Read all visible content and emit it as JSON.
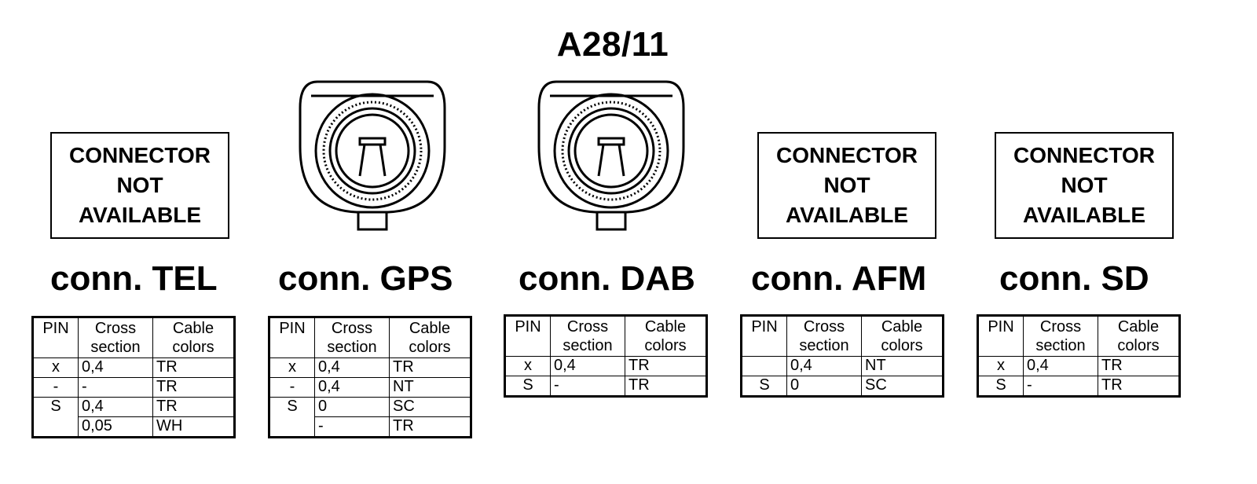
{
  "title": "A28/11",
  "headers": {
    "pin": "PIN",
    "cross_section": "Cross section",
    "cable_colors": "Cable colors"
  },
  "na_text": [
    "CONNECTOR",
    "NOT",
    "AVAILABLE"
  ],
  "connectors": [
    {
      "name": "conn. TEL",
      "available": false,
      "rows": [
        [
          "x",
          "0,4",
          "TR"
        ],
        [
          "-",
          "-",
          "TR"
        ],
        [
          "S",
          "0,4",
          "TR"
        ],
        [
          "",
          "0,05",
          "WH"
        ]
      ]
    },
    {
      "name": "conn. GPS",
      "available": true,
      "rows": [
        [
          "x",
          "0,4",
          "TR"
        ],
        [
          "-",
          "0,4",
          "NT"
        ],
        [
          "S",
          "0",
          "SC"
        ],
        [
          "",
          "-",
          "TR"
        ]
      ]
    },
    {
      "name": "conn. DAB",
      "available": true,
      "rows": [
        [
          "x",
          "0,4",
          "TR"
        ],
        [
          "S",
          "-",
          "TR"
        ]
      ]
    },
    {
      "name": "conn. AFM",
      "available": false,
      "rows": [
        [
          "",
          "0,4",
          "NT"
        ],
        [
          "S",
          "0",
          "SC"
        ]
      ]
    },
    {
      "name": "conn. SD",
      "available": false,
      "rows": [
        [
          "x",
          "0,4",
          "TR"
        ],
        [
          "S",
          "-",
          "TR"
        ]
      ]
    }
  ],
  "icons": {
    "connector_drawing": "coaxial-connector-icon"
  }
}
